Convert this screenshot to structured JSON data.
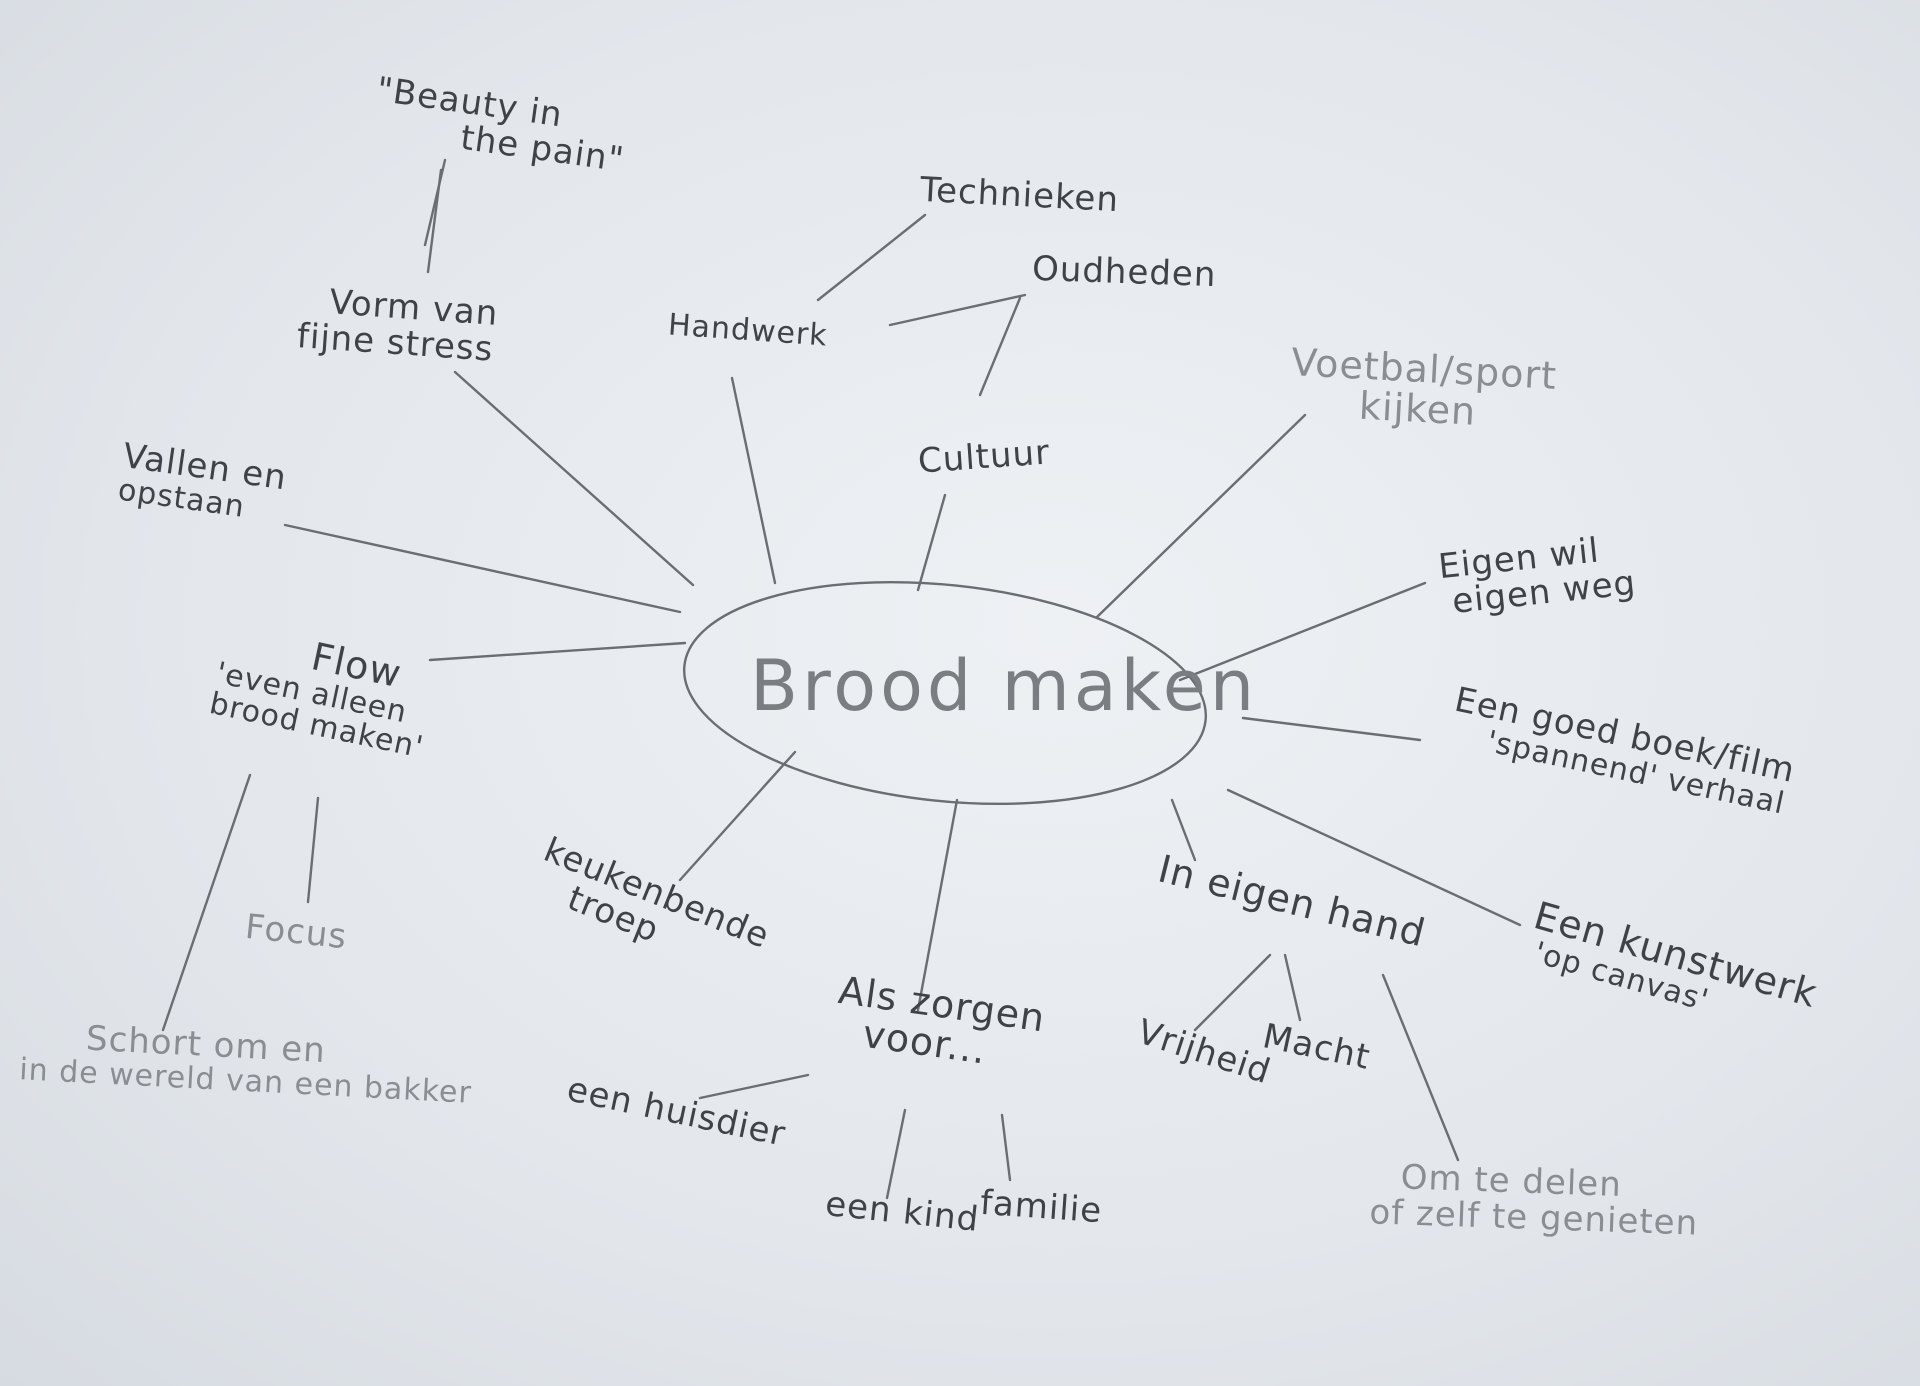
{
  "diagram": {
    "center": "Brood maken",
    "branches": [
      {
        "id": "vorm-van-fijne-stress",
        "lines": [
          "Vorm van",
          "fijne stress"
        ],
        "children": [
          {
            "id": "beauty-in-the-pain",
            "lines": [
              "\"Beauty in",
              "the pain\""
            ]
          }
        ]
      },
      {
        "id": "handwerk",
        "lines": [
          "Handwerk"
        ],
        "children": [
          {
            "id": "technieken",
            "lines": [
              "Technieken"
            ]
          },
          {
            "id": "oudheden",
            "lines": [
              "Oudheden"
            ]
          }
        ]
      },
      {
        "id": "cultuur",
        "lines": [
          "Cultuur"
        ],
        "children": [
          {
            "id": "oudheden",
            "lines": [
              "Oudheden"
            ]
          }
        ]
      },
      {
        "id": "voetbal-sport-kijken",
        "lines": [
          "Voetbal/sport",
          "kijken"
        ]
      },
      {
        "id": "eigen-wil-eigen-weg",
        "lines": [
          "Eigen wil",
          "eigen weg"
        ]
      },
      {
        "id": "een-goed-boek-film",
        "lines": [
          "Een goed boek/film",
          "'spannend' verhaal"
        ]
      },
      {
        "id": "een-kunstwerk",
        "lines": [
          "Een kunstwerk",
          "'op canvas'"
        ]
      },
      {
        "id": "in-eigen-hand",
        "lines": [
          "In eigen hand"
        ],
        "children": [
          {
            "id": "vrijheid",
            "lines": [
              "Vrijheid"
            ]
          },
          {
            "id": "macht",
            "lines": [
              "Macht"
            ]
          },
          {
            "id": "om-te-delen",
            "lines": [
              "Om te delen",
              "of zelf te genieten"
            ]
          }
        ]
      },
      {
        "id": "als-zorgen-voor",
        "lines": [
          "Als zorgen",
          "voor..."
        ],
        "children": [
          {
            "id": "een-huisdier",
            "lines": [
              "een huisdier"
            ]
          },
          {
            "id": "een-kind",
            "lines": [
              "een kind"
            ]
          },
          {
            "id": "familie",
            "lines": [
              "familie"
            ]
          }
        ]
      },
      {
        "id": "keukenbende-troep",
        "lines": [
          "keukenbende",
          "troep"
        ]
      },
      {
        "id": "flow",
        "lines": [
          "Flow",
          "'even alleen",
          "brood maken'"
        ],
        "children": [
          {
            "id": "focus",
            "lines": [
              "Focus"
            ]
          },
          {
            "id": "schort-om",
            "lines": [
              "Schort om en",
              "in de wereld van een bakker"
            ]
          }
        ]
      },
      {
        "id": "vallen-en-opstaan",
        "lines": [
          "Vallen en",
          "opstaan"
        ]
      }
    ]
  }
}
